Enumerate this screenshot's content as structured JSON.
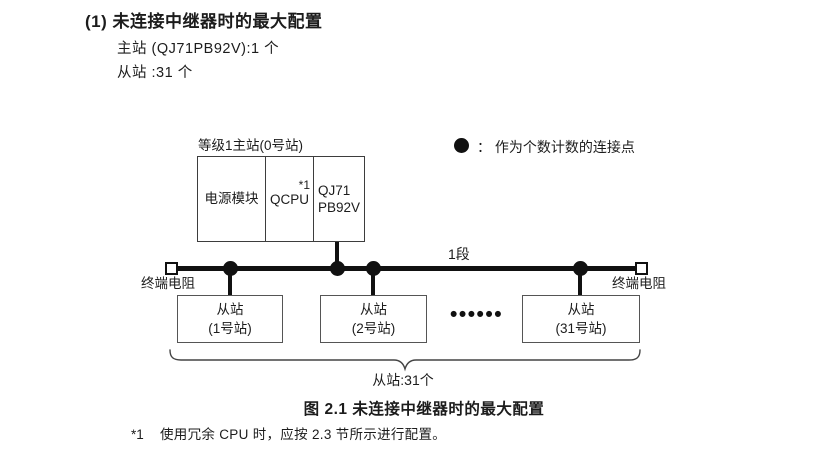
{
  "page": {
    "heading": "(1) 未连接中继器时的最大配置",
    "spec_lines": [
      "主站 (QJ71PB92V):1 个",
      "从站 :31 个"
    ],
    "caption": "图 2.1 未连接中继器时的最大配置",
    "footnote_marker": "*1",
    "footnote_text": "使用冗余 CPU 时，应按 2.3 节所示进行配置。"
  },
  "diagram": {
    "master": {
      "label": "等级1主站(0号站)",
      "modules": {
        "power": "电源模块",
        "cpu": "QCPU",
        "cpu_note": "*1",
        "network_line1": "QJ71",
        "network_line2": "PB92V"
      }
    },
    "legend": {
      "symbol": "connection-count-dot",
      "text": "： 作为个数计数的连接点"
    },
    "segment_label": "1段",
    "terminator_left": "终端电阻",
    "terminator_right": "终端电阻",
    "slaves": [
      {
        "type": "从站",
        "station": "(1号站)"
      },
      {
        "type": "从站",
        "station": "(2号站)"
      },
      {
        "type": "从站",
        "station": "(31号站)"
      }
    ],
    "ellipsis": "••••••",
    "brace_label": "从站:31个",
    "colors": {
      "line": "#111111",
      "box_border": "#3d3d3d",
      "text": "#1c1c1c",
      "background": "#ffffff"
    }
  }
}
